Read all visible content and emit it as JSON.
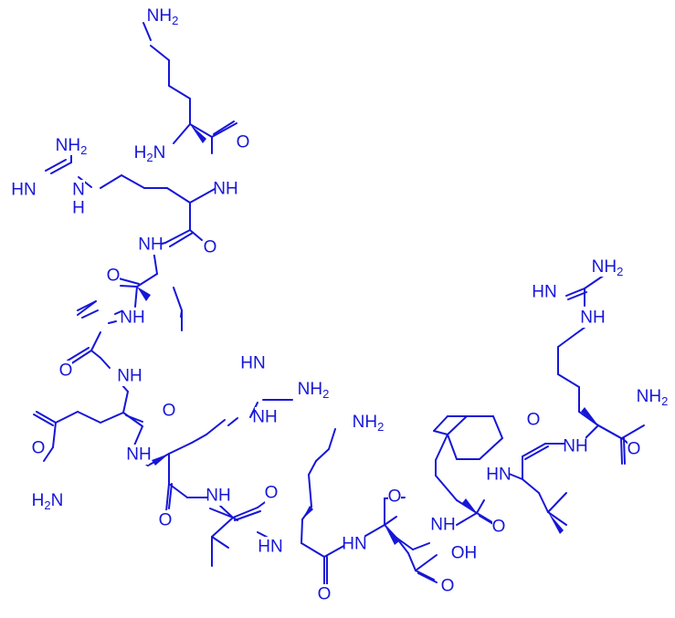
{
  "structure": {
    "ink_color": "#1616d8",
    "labels": {
      "lys1_nh2": "NH2",
      "lys1_alpha_nh2": "H2N",
      "lys1_o": "O",
      "arg2_nh": "NH",
      "arg2_gua_nh2": "NH2",
      "arg2_gua_hn": "HN",
      "arg2_gua_h": "H",
      "arg2_gua_n": "N",
      "ile3_nh": "NH",
      "arg2_o": "O",
      "val4_o": "O",
      "val4_nh": "NH",
      "gln5_nh": "NH",
      "gln5_o_back": "O",
      "gln5_side_o": "O",
      "gln5_side_nh2": "H2N",
      "val4_oxygen": "O",
      "arg6_gua_hn": "HN",
      "arg6_gua_nh2": "NH2",
      "arg6_gua_nh": "NH",
      "arg6_nh": "NH",
      "arg6_o": "O",
      "ile7_nh": "NH",
      "ile7_o": "O",
      "lys8_nh": "HN",
      "lys8_side_nh2": "NH2",
      "lys8_o": "O",
      "asp9_nh": "HN",
      "asp9_o": "O",
      "asp9_oh": "OH",
      "asp9_side_o": "O",
      "phe10_nh": "NH",
      "phe10_o": "O",
      "leu11_nh": "HN",
      "leu11_o": "O",
      "arg12_nh": "NH",
      "arg12_gua_nh2": "NH2",
      "arg12_gua_hn": "HN",
      "arg12_gua_nh": "NH",
      "arg12_amide_nh2": "NH2",
      "arg12_amide_o": "O"
    }
  }
}
